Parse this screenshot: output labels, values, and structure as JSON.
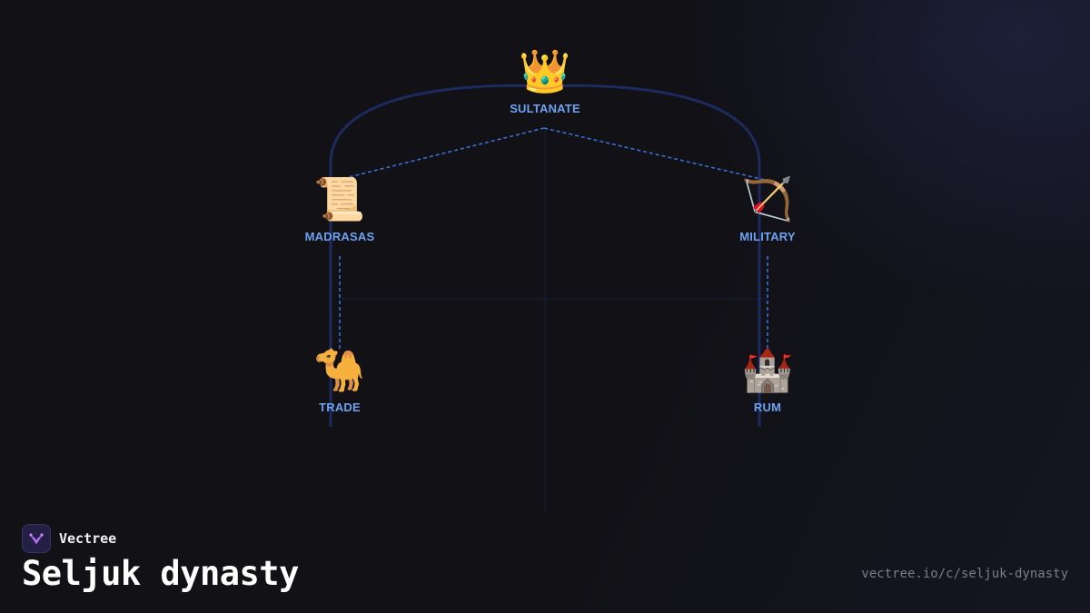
{
  "diagram": {
    "nodes": [
      {
        "id": "sultanate",
        "label": "SULTANATE",
        "icon": "crown-icon",
        "glyph": "👑"
      },
      {
        "id": "madrasas",
        "label": "MADRASAS",
        "icon": "scroll-icon",
        "glyph": "📜"
      },
      {
        "id": "military",
        "label": "MILITARY",
        "icon": "bow-and-arrow-icon",
        "glyph": "🏹"
      },
      {
        "id": "trade",
        "label": "TRADE",
        "icon": "camel-icon",
        "glyph": "🐪"
      },
      {
        "id": "rum",
        "label": "RUM",
        "icon": "castle-icon",
        "glyph": "🏰"
      }
    ],
    "edges": [
      {
        "from": "sultanate",
        "to": "madrasas"
      },
      {
        "from": "sultanate",
        "to": "military"
      },
      {
        "from": "madrasas",
        "to": "trade"
      },
      {
        "from": "military",
        "to": "rum"
      }
    ]
  },
  "brand": {
    "name": "Vectree",
    "logo_icon": "vectree-logo-icon"
  },
  "title": "Seljuk dynasty",
  "url": "vectree.io/c/seljuk-dynasty",
  "colors": {
    "background": "#111116",
    "arch": "#1c2a5e",
    "edge": "#3b6fd8",
    "label": "#6ea2f0"
  }
}
